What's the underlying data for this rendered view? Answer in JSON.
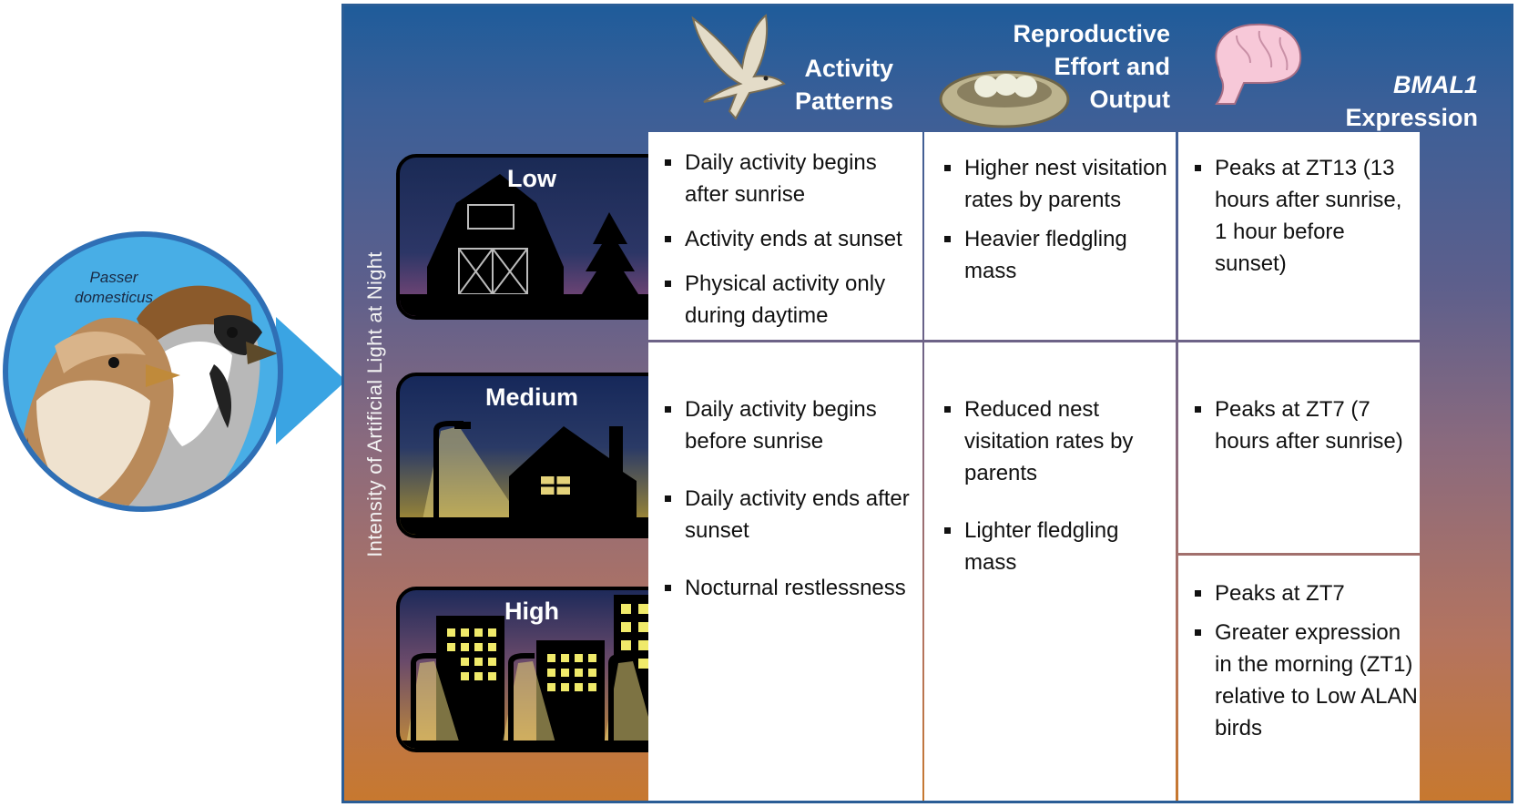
{
  "species": {
    "line1": "Passer",
    "line2": "domesticus"
  },
  "axis_label": "Intensity of Artificial Light at Night",
  "headers": {
    "activity": "Activity Patterns",
    "reproductive": "Reproductive Effort and Output",
    "bmal_gene": "BMAL1",
    "bmal_rest": "Expression"
  },
  "levels": {
    "low": "Low",
    "medium": "Medium",
    "high": "High"
  },
  "activity": {
    "low": [
      "Daily activity begins after sunrise",
      "Activity ends at sunset",
      "Physical activity only during daytime"
    ],
    "medhigh": [
      "Daily activity begins before sunrise",
      "Daily activity ends after sunset",
      "Nocturnal restlessness"
    ]
  },
  "reproductive": {
    "low": [
      "Higher nest visitation rates by parents",
      "Heavier fledgling mass"
    ],
    "medhigh": [
      "Reduced nest visitation rates by parents",
      "Lighter fledgling mass"
    ]
  },
  "bmal": {
    "low": [
      "Peaks at ZT13 (13 hours after sunrise, 1 hour before sunset)"
    ],
    "medium": [
      "Peaks at ZT7 (7 hours after sunrise)"
    ],
    "high": [
      "Peaks at ZT7",
      "Greater expression in the morning (ZT1) relative to Low ALAN birds"
    ]
  },
  "colors": {
    "frame": "#2a5d96",
    "arrow": "#3aa4e3",
    "circle": "#48aee6"
  }
}
